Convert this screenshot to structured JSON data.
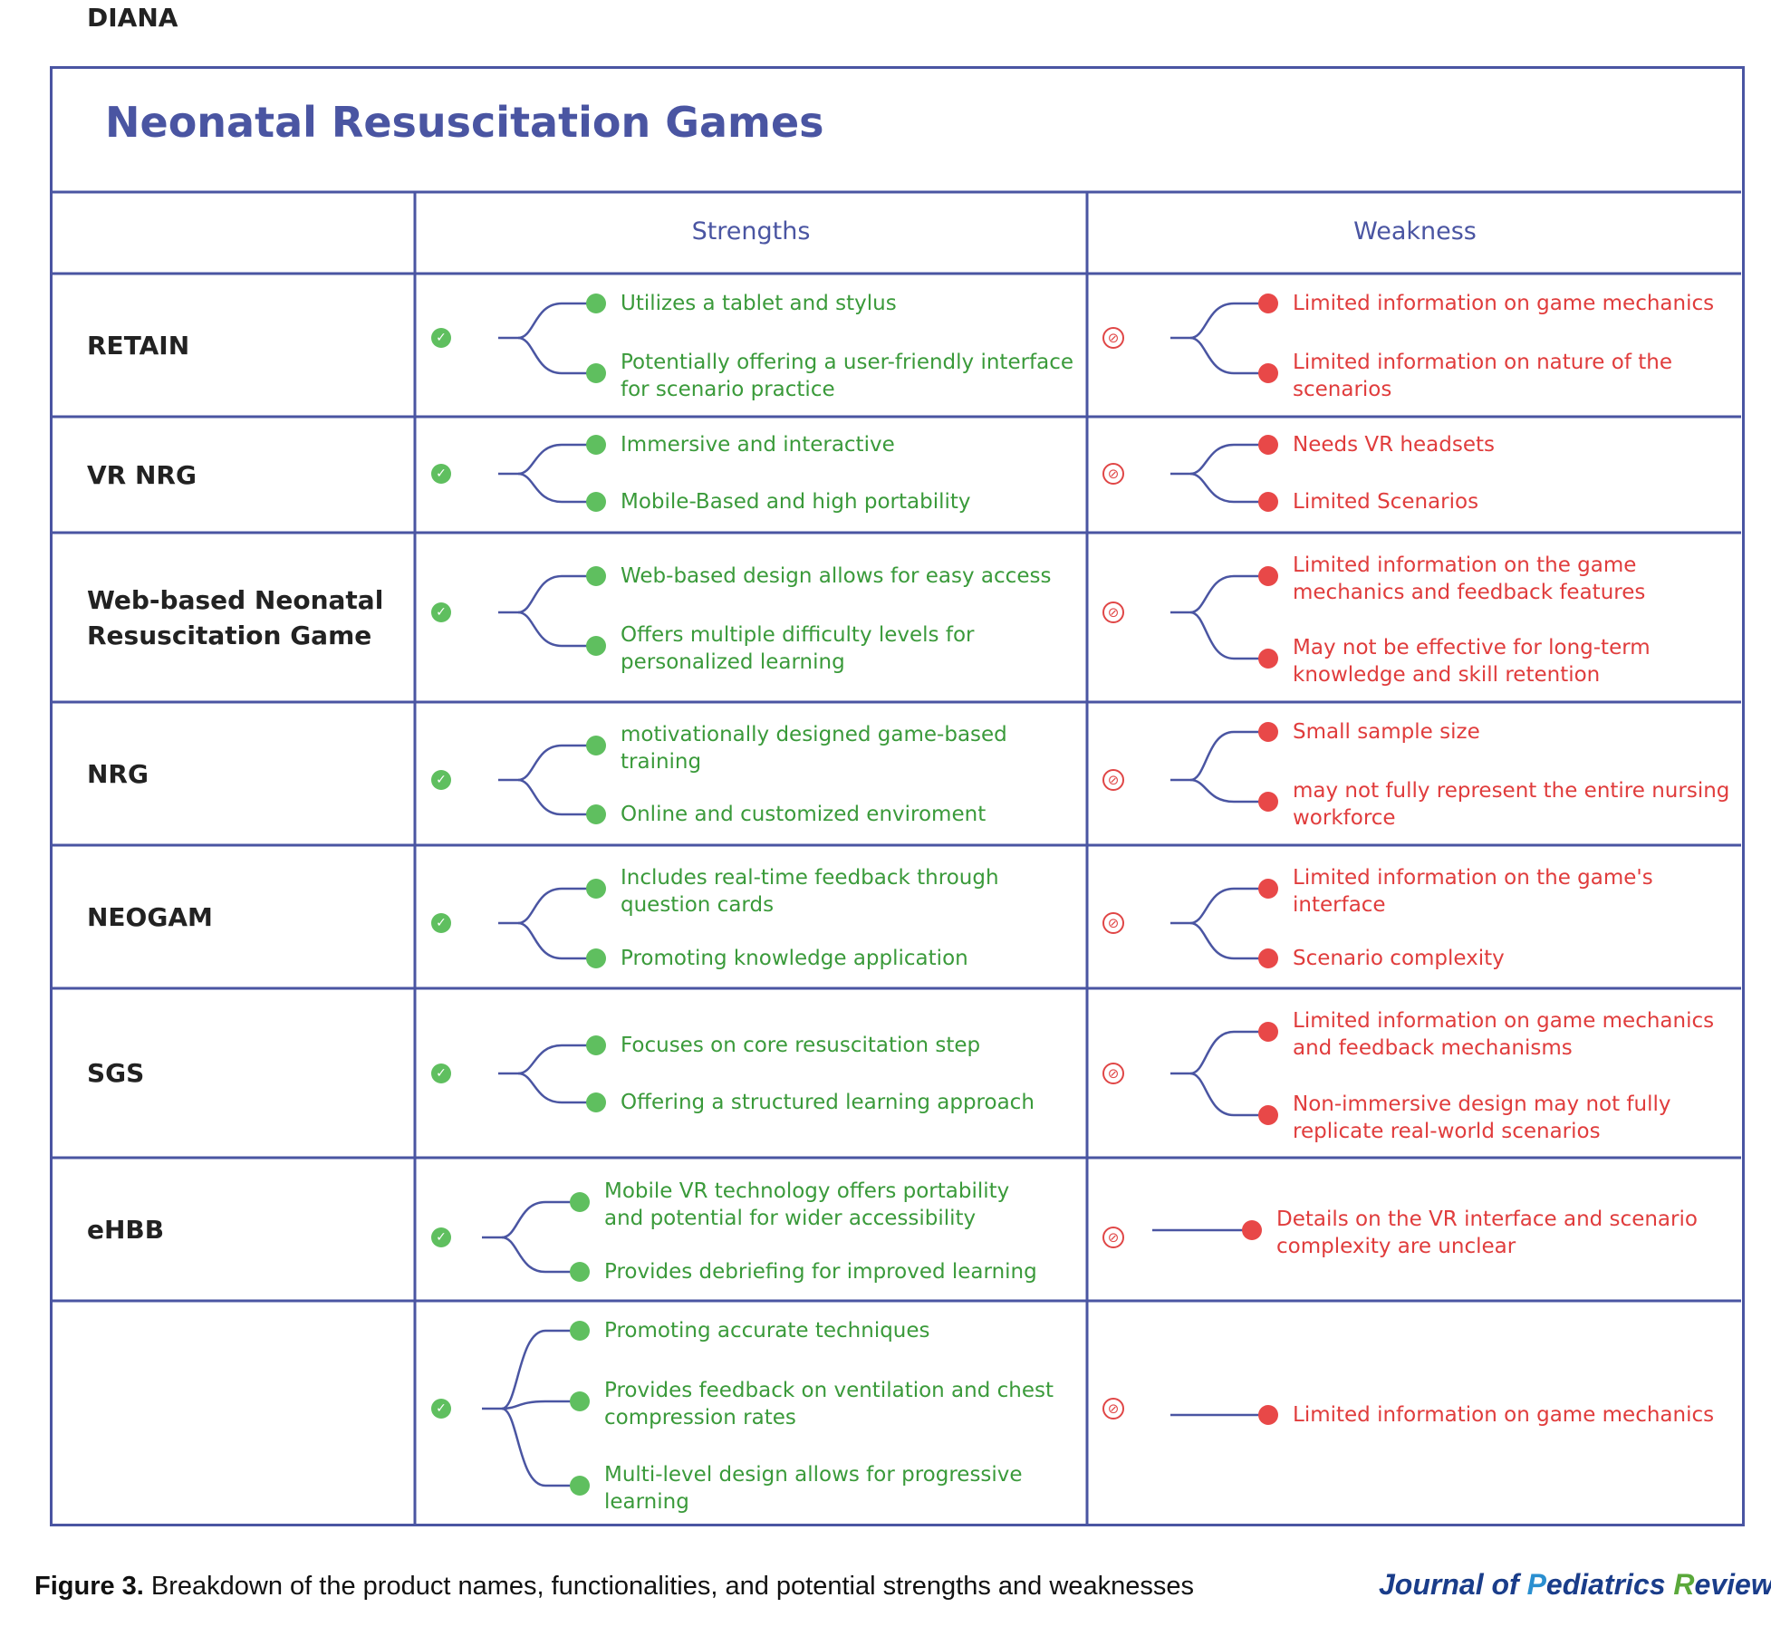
{
  "title": "Neonatal Resuscitation Games",
  "headers": {
    "strengths": "Strengths",
    "weakness": "Weakness"
  },
  "rows": [
    {
      "name": "RETAIN",
      "strengths": [
        "Utilizes a tablet and stylus",
        "Potentially offering a user-friendly interface\nfor scenario practice"
      ],
      "weaknesses": [
        "Limited information on game mechanics",
        "Limited information on nature of the\nscenarios"
      ]
    },
    {
      "name": "VR NRG",
      "strengths": [
        "Immersive and interactive",
        "Mobile-Based and high portability"
      ],
      "weaknesses": [
        "Needs VR headsets",
        "Limited Scenarios"
      ]
    },
    {
      "name": "Web-based Neonatal\nResuscitation Game",
      "strengths": [
        "Web-based design allows for easy access",
        "Offers multiple difficulty levels for\npersonalized learning"
      ],
      "weaknesses": [
        "Limited information on the game\nmechanics and feedback features",
        "May not be effective for long-term\nknowledge and skill retention"
      ]
    },
    {
      "name": "NRG",
      "strengths": [
        "motivationally designed game-based\ntraining",
        "Online and customized enviroment"
      ],
      "weaknesses": [
        "Small sample size",
        "may not fully represent the entire nursing\nworkforce"
      ]
    },
    {
      "name": "NEOGAM",
      "strengths": [
        "Includes real-time feedback through\nquestion cards",
        "Promoting knowledge application"
      ],
      "weaknesses": [
        "Limited information on the game's\ninterface",
        "Scenario complexity"
      ]
    },
    {
      "name": "SGS",
      "strengths": [
        "Focuses on core resuscitation step",
        "Offering a structured learning approach"
      ],
      "weaknesses": [
        "Limited information on game mechanics\nand feedback mechanisms",
        "Non-immersive design may not fully\nreplicate real-world scenarios"
      ]
    },
    {
      "name": "eHBB",
      "strengths": [
        "Mobile VR technology offers portability\nand potential for wider accessibility",
        "Provides debriefing for improved learning"
      ],
      "weaknesses": [
        "Details on the VR interface and scenario\ncomplexity are unclear"
      ]
    },
    {
      "name": "DIANA",
      "strengths": [
        "Promoting accurate techniques",
        "Provides feedback on ventilation and chest\ncompression rates",
        "Multi-level design allows for progressive\nlearning"
      ],
      "weaknesses": [
        "Limited information on game mechanics"
      ]
    }
  ],
  "caption": {
    "label": "Figure 3.",
    "text": " Breakdown of the product names, functionalities, and potential strengths and weaknesses"
  },
  "journal": {
    "j": "J",
    "p1": "ournal of ",
    "P": "P",
    "p2": "ediatrics ",
    "R": "R",
    "p3": "eview"
  },
  "colors": {
    "border": "#4a55a2",
    "strength": "#3a9a3a",
    "weakness": "#e03c3c",
    "strength_dot": "#5fbf5f",
    "weakness_dot": "#e84848"
  }
}
